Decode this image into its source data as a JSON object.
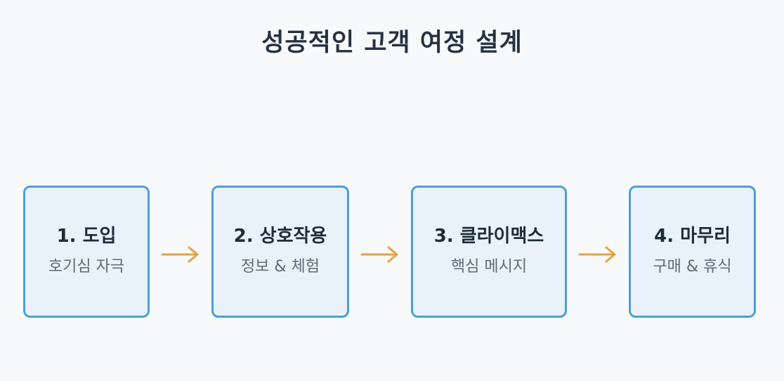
{
  "title": "성공적인 고객 여정 설계",
  "steps": [
    {
      "title": "1. 도입",
      "desc": "호기심 자극"
    },
    {
      "title": "2. 상호작용",
      "desc": "정보 & 체험"
    },
    {
      "title": "3. 클라이맥스",
      "desc": "핵심 메시지"
    },
    {
      "title": "4. 마무리",
      "desc": "구매 & 휴식"
    }
  ],
  "colors": {
    "box_border": "#4c9fd8",
    "box_fill": "#e9f1fa",
    "arrow": "#e8a33d"
  },
  "icons": {
    "connector": "right-arrow-icon"
  }
}
